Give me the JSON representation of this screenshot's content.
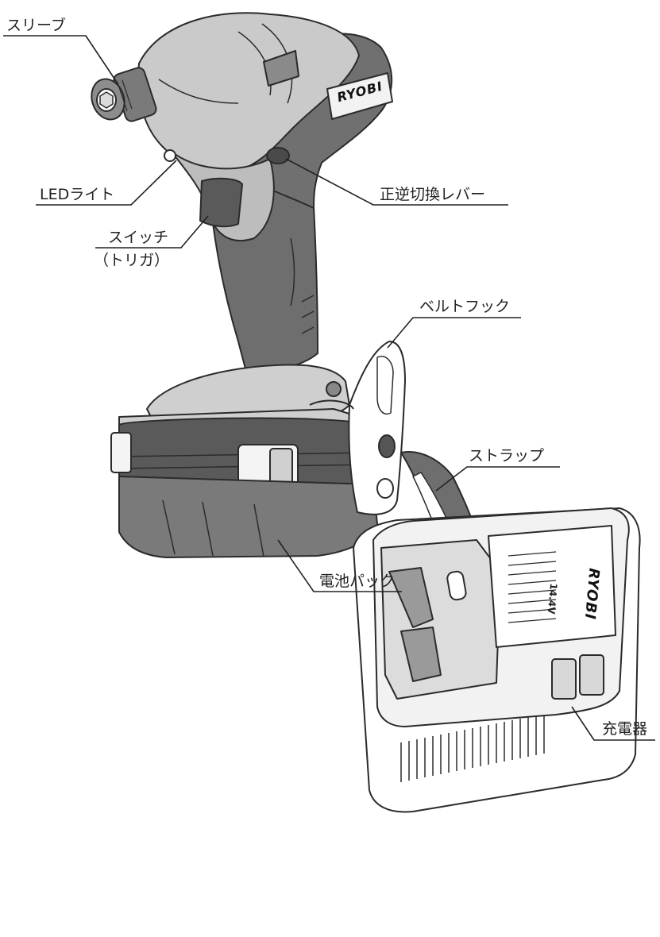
{
  "brand": "RYOBI",
  "charger_printed": {
    "voltage": "14.4V"
  },
  "labels": {
    "sleeve": "スリーブ",
    "led_light": "LEDライト",
    "switch": "スイッチ",
    "trigger": "（トリガ）",
    "direction_lever": "正逆切換レバー",
    "belt_hook": "ベルトフック",
    "strap": "ストラップ",
    "battery_pack": "電池パック",
    "charger": "充電器"
  },
  "colors": {
    "outline": "#2b2b2b",
    "light_body": "#c9c9c9",
    "mid_body": "#9a9a9a",
    "dark_body": "#6a6a6a",
    "darkest": "#4a4a4a"
  }
}
